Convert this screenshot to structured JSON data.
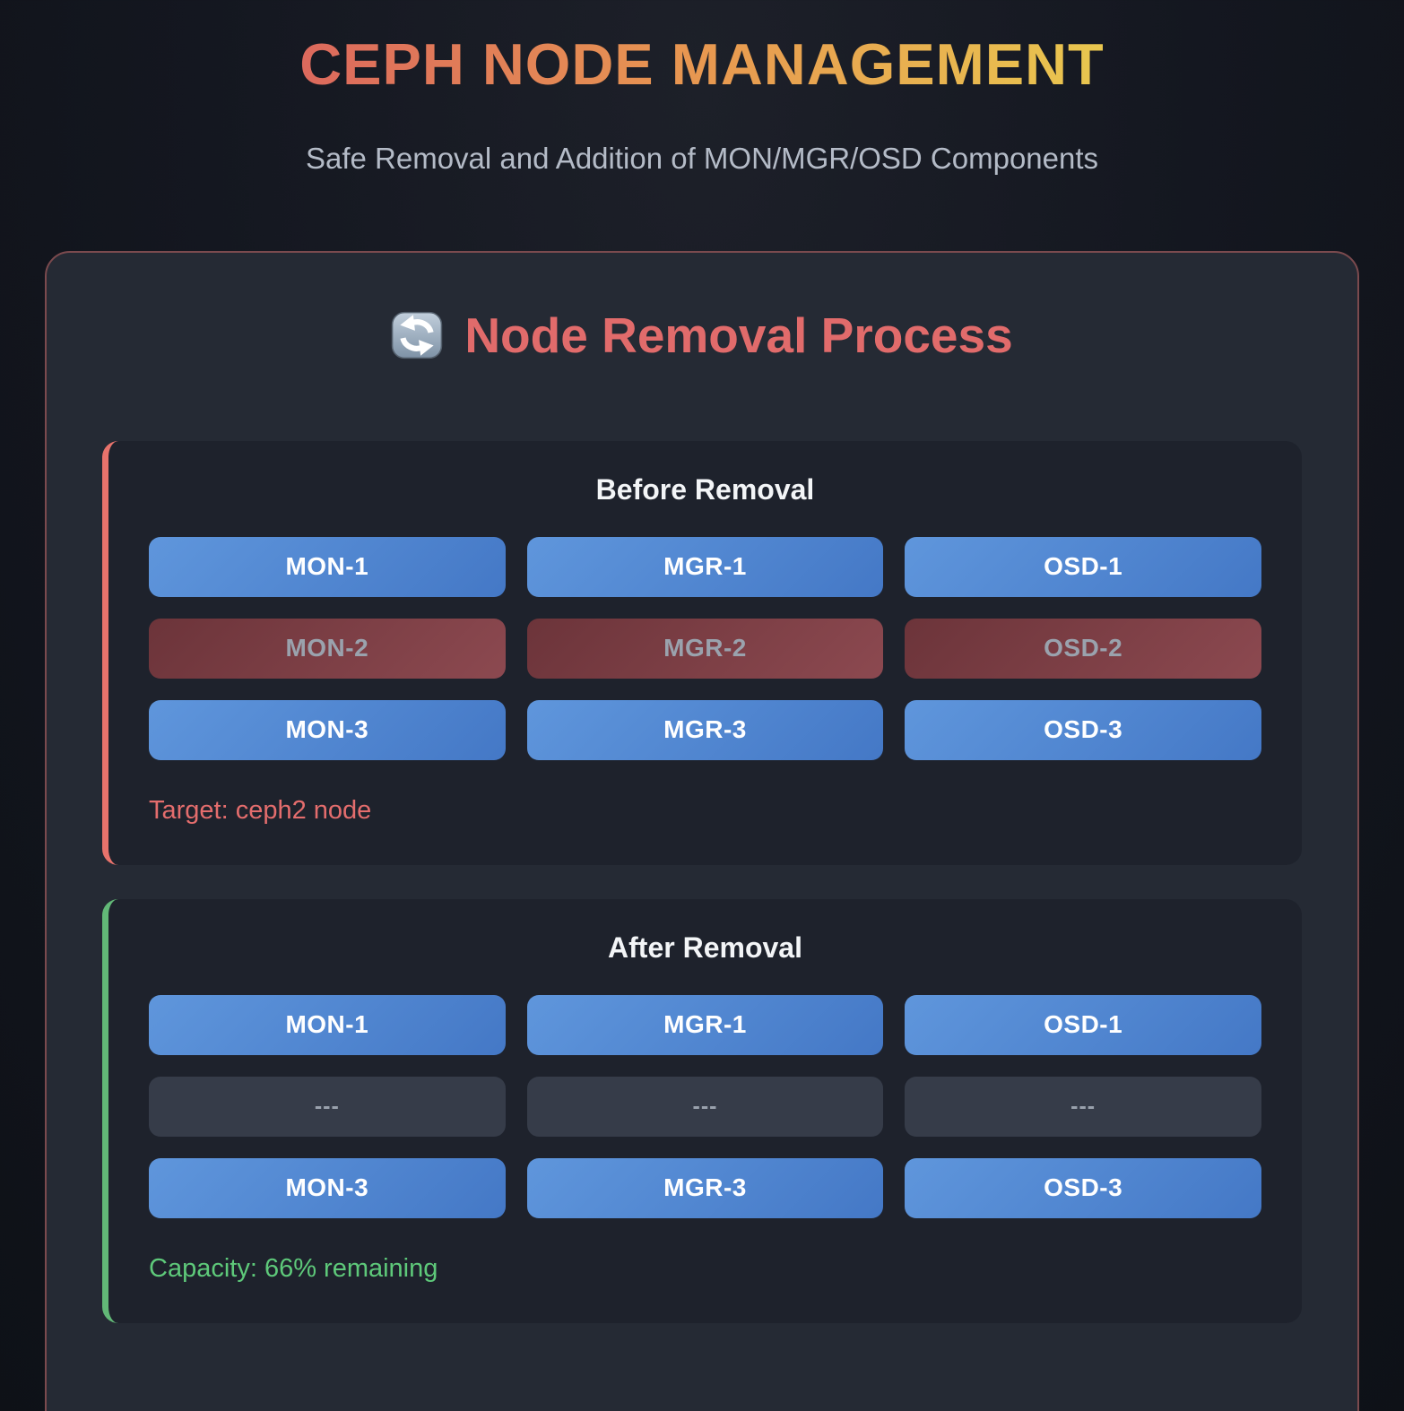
{
  "header": {
    "title": "CEPH NODE MANAGEMENT",
    "subtitle": "Safe Removal and Addition of MON/MGR/OSD Components"
  },
  "section": {
    "title": "Node Removal Process",
    "icon": "refresh-arrows-icon"
  },
  "panels": {
    "before": {
      "title": "Before Removal",
      "note": "Target: ceph2 node",
      "nodes": [
        {
          "label": "MON-1",
          "state": "active"
        },
        {
          "label": "MGR-1",
          "state": "active"
        },
        {
          "label": "OSD-1",
          "state": "active"
        },
        {
          "label": "MON-2",
          "state": "removing"
        },
        {
          "label": "MGR-2",
          "state": "removing"
        },
        {
          "label": "OSD-2",
          "state": "removing"
        },
        {
          "label": "MON-3",
          "state": "active"
        },
        {
          "label": "MGR-3",
          "state": "active"
        },
        {
          "label": "OSD-3",
          "state": "active"
        }
      ]
    },
    "after": {
      "title": "After Removal",
      "note": "Capacity: 66% remaining",
      "nodes": [
        {
          "label": "MON-1",
          "state": "active"
        },
        {
          "label": "MGR-1",
          "state": "active"
        },
        {
          "label": "OSD-1",
          "state": "active"
        },
        {
          "label": "---",
          "state": "empty"
        },
        {
          "label": "---",
          "state": "empty"
        },
        {
          "label": "---",
          "state": "empty"
        },
        {
          "label": "MON-3",
          "state": "active"
        },
        {
          "label": "MGR-3",
          "state": "active"
        },
        {
          "label": "OSD-3",
          "state": "active"
        }
      ]
    }
  },
  "colors": {
    "title_gradient_start": "#dc695d",
    "title_gradient_mid": "#e89a50",
    "title_gradient_end": "#e9c74f",
    "section_heading": "#e16b6b",
    "card_border": "#7b4a4e",
    "card_bg": "#252a34",
    "panel_bg": "#1e222c",
    "before_accent": "#e8736c",
    "after_accent": "#62b877",
    "node_active": "#4f87d1",
    "node_removing": "#7c3e45",
    "node_empty": "#363c49",
    "target_note": "#e46d6d",
    "capacity_note": "#5ec97a"
  }
}
